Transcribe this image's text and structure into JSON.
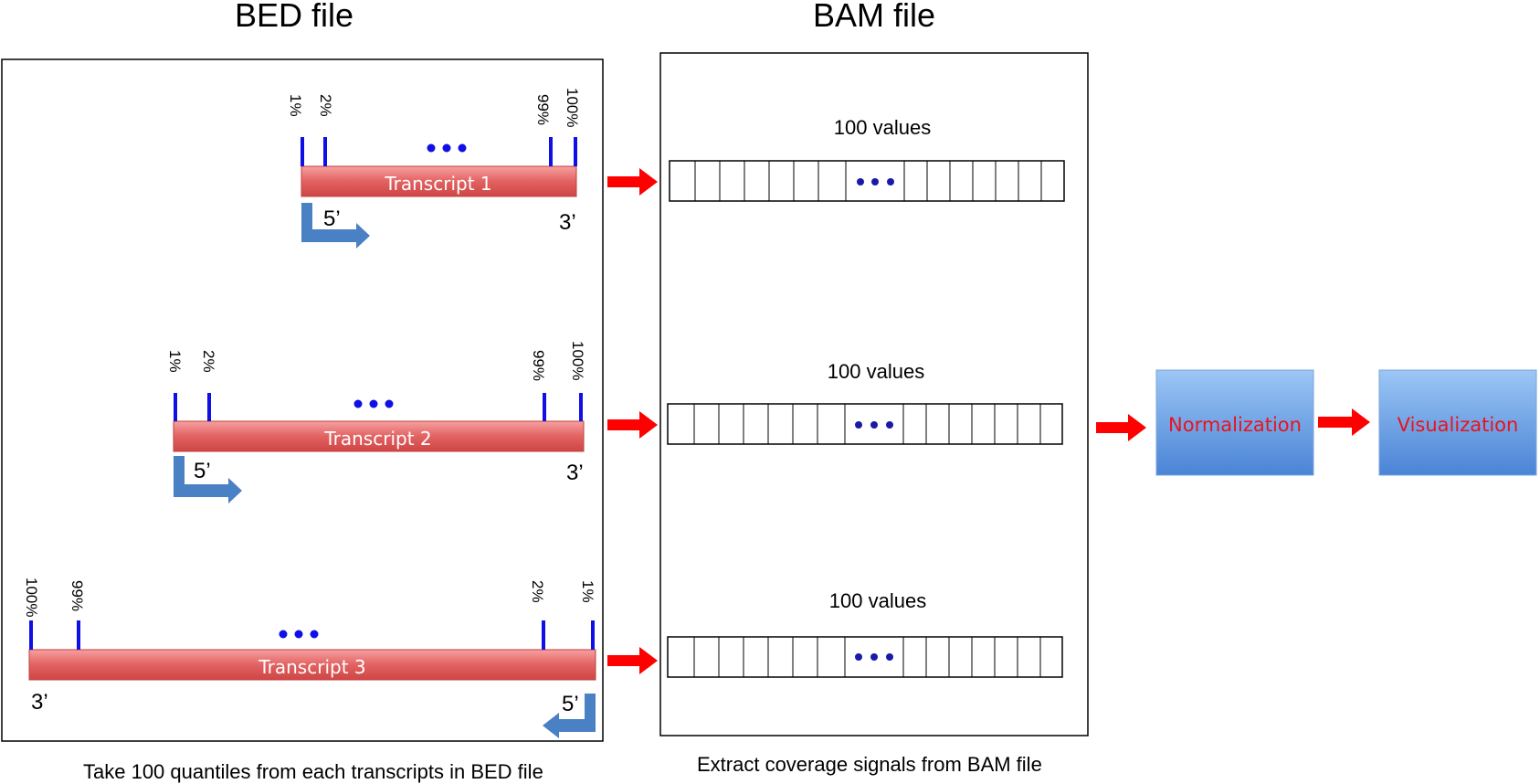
{
  "titles": {
    "bed": "BED file",
    "bam": "BAM file"
  },
  "captions": {
    "bed": "Take 100 quantiles from each transcripts in BED file",
    "bam": "Extract coverage signals from BAM file"
  },
  "transcripts": [
    {
      "label": "Transcript 1",
      "strand": "+",
      "five_prime": "5’",
      "three_prime": "3’",
      "ticks": [
        "1%",
        "2%",
        "99%",
        "100%"
      ]
    },
    {
      "label": "Transcript 2",
      "strand": "+",
      "five_prime": "5’",
      "three_prime": "3’",
      "ticks": [
        "1%",
        "2%",
        "99%",
        "100%"
      ]
    },
    {
      "label": "Transcript 3",
      "strand": "-",
      "five_prime": "5’",
      "three_prime": "3’",
      "ticks": [
        "100%",
        "99%",
        "2%",
        "1%"
      ]
    }
  ],
  "value_rows": [
    {
      "label": "100 values"
    },
    {
      "label": "100 values"
    },
    {
      "label": "100 values"
    }
  ],
  "steps": [
    {
      "label": "Normalization"
    },
    {
      "label": "Visualization"
    }
  ],
  "colors": {
    "transcript_bar": "#e05a5a",
    "tick": "#1010e6",
    "strand_arrow": "#4a80c4",
    "flow_arrow": "#ff0000",
    "step_box": "#5b95dc",
    "step_text": "#e8141e"
  }
}
